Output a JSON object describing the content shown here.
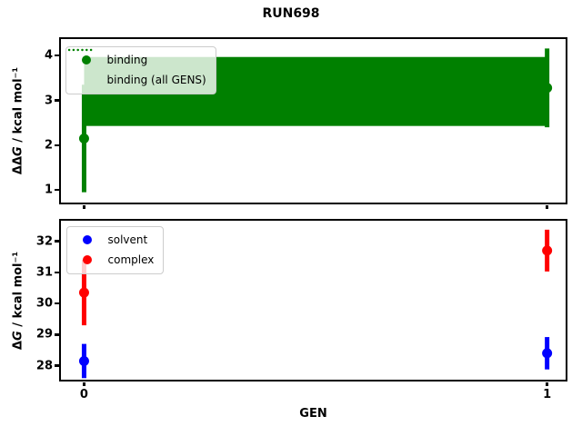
{
  "figure": {
    "title": "RUN698",
    "background": "#ffffff"
  },
  "chart_data": [
    {
      "type": "scatter",
      "title": "RUN698",
      "xlabel": "",
      "ylabel": "ΔΔG / kcal mol⁻¹",
      "ylabel_parts": {
        "prefix": "ΔΔ",
        "italic": "G",
        "rest": " / kcal mol⁻¹"
      },
      "xlim": [
        -0.05,
        1.04
      ],
      "ylim": [
        0.72,
        4.37
      ],
      "yticks": [
        1,
        2,
        3,
        4
      ],
      "xticks": [
        0,
        1
      ],
      "xticklabels": [
        "",
        ""
      ],
      "grid": false,
      "series": [
        {
          "name": "binding",
          "color": "#008000",
          "marker": "circle",
          "x": [
            0,
            1
          ],
          "y": [
            2.15,
            3.28
          ],
          "yerr": [
            1.2,
            0.88
          ]
        }
      ],
      "band": {
        "name": "binding (all GENS)",
        "color": "#008000",
        "x": [
          0,
          1
        ],
        "center": 3.2,
        "ymin": 2.43,
        "ymax": 3.97,
        "line_style": "dotted"
      },
      "legend": {
        "position": "upper left",
        "entries": [
          {
            "label": "binding",
            "glyph": "dot",
            "color": "#008000"
          },
          {
            "label": "binding (all GENS)",
            "glyph": "dotted-line",
            "color": "#008000"
          }
        ]
      }
    },
    {
      "type": "scatter",
      "title": "",
      "xlabel": "GEN",
      "ylabel": "ΔG / kcal mol⁻¹",
      "ylabel_parts": {
        "prefix": "Δ",
        "italic": "G",
        "rest": " / kcal mol⁻¹"
      },
      "xlim": [
        -0.05,
        1.04
      ],
      "ylim": [
        27.55,
        32.66
      ],
      "yticks": [
        28,
        29,
        30,
        31,
        32
      ],
      "xticks": [
        0,
        1
      ],
      "xticklabels": [
        "0",
        "1"
      ],
      "grid": false,
      "series": [
        {
          "name": "solvent",
          "color": "#0000ff",
          "marker": "circle",
          "x": [
            0,
            1
          ],
          "y": [
            28.15,
            28.4
          ],
          "yerr": [
            0.55,
            0.52
          ]
        },
        {
          "name": "complex",
          "color": "#ff0000",
          "marker": "circle",
          "x": [
            0,
            1
          ],
          "y": [
            30.35,
            31.7
          ],
          "yerr": [
            1.05,
            0.67
          ]
        }
      ],
      "legend": {
        "position": "upper left",
        "entries": [
          {
            "label": "solvent",
            "glyph": "dot",
            "color": "#0000ff"
          },
          {
            "label": "complex",
            "glyph": "dot",
            "color": "#ff0000"
          }
        ]
      }
    }
  ]
}
